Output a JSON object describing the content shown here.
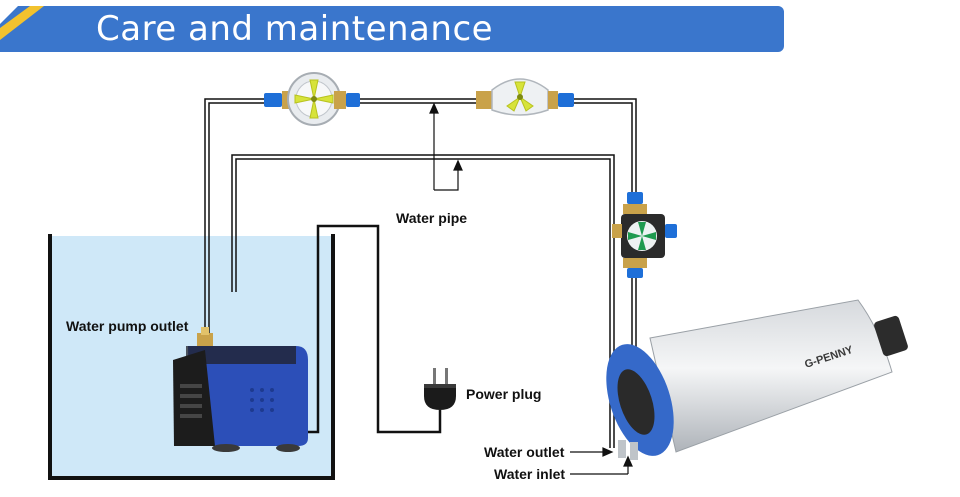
{
  "header": {
    "title": "Care and maintenance"
  },
  "labels": {
    "water_pipe": "Water pipe",
    "water_pump_outlet": "Water pump outlet",
    "power_plug": "Power plug",
    "water_outlet": "Water outlet",
    "water_inlet": "Water inlet"
  },
  "spindle_brand": "G-PENNY",
  "colors": {
    "banner": "#3a76cc",
    "banner_stripe": "#f2c22e",
    "tank_water": "#cfe8f8",
    "pump_blue": "#2c4fb8",
    "spindle_blue": "#3569c9",
    "flow_indicator_yellow": "#d7e33a",
    "flow_indicator_green": "#1f9a4f"
  },
  "icons": [
    "flow-indicator-icon",
    "water-pump-icon",
    "power-plug-icon",
    "spindle-motor-icon"
  ]
}
